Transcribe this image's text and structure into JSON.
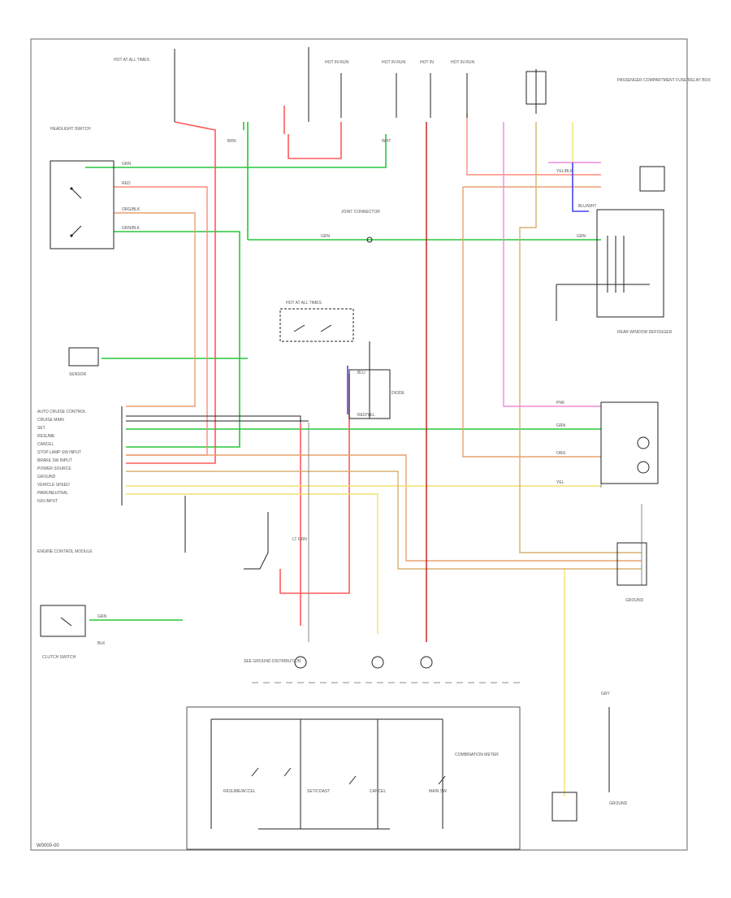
{
  "diagram": {
    "footer_code": "W0000-00",
    "colors": {
      "green": "#27c73a",
      "red": "#ff5a5a",
      "salmon": "#ff8a7a",
      "orange": "#e8a070",
      "brown": "#c89050",
      "tan": "#d8b070",
      "yellow": "#f2e070",
      "pink": "#f08ad8",
      "blue": "#4444ee",
      "darkred": "#c81818",
      "gray": "#888888",
      "black": "#111111"
    },
    "labels": {
      "top_connector": "HOT AT ALL TIMES",
      "fuse_1": "HOT IN RUN",
      "fuse_2": "HOT IN RUN",
      "fuse_3": "HOT IN",
      "fuse_4": "HOT IN RUN",
      "switch_center": "HOT AT ALL TIMES",
      "diode": "DIODE",
      "left_module": "HEADLIGHT SWITCH",
      "mid_connector": "JOINT CONNECTOR",
      "right_top": "PASSENGER COMPARTMENT FUSE/RELAY BOX",
      "relay_right": "REAR WINDOW DEFOGGER",
      "sensor_left": "SENSOR",
      "module_left": "ENGINE CONTROL MODULE",
      "ground_right": "GROUND",
      "bottom_box": "COMBINATION METER",
      "bottom_right": "GROUND",
      "switch_bottom_left": "CLUTCH SWITCH",
      "center_note": "SEE GROUND DISTRIBUTION"
    },
    "wire_codes": {
      "grn": "GRN",
      "red": "RED",
      "blk": "BLK",
      "yel": "YEL",
      "org": "ORG",
      "pnk": "PNK",
      "blu": "BLU",
      "brn": "BRN",
      "wht": "WHT",
      "gry": "GRY",
      "lt_grn": "LT GRN",
      "red_yel": "RED/YEL",
      "grn_blk": "GRN/BLK",
      "org_blk": "ORG/BLK",
      "blu_wht": "BLU/WHT",
      "yel_blk": "YEL/BLK"
    },
    "module_pins": [
      "AUTO CRUISE CONTROL",
      "CRUISE MAIN",
      "SET",
      "RESUME",
      "CANCEL",
      "STOP LAMP SW INPUT",
      "BRAKE SW INPUT",
      "POWER SOURCE",
      "GROUND",
      "VEHICLE SPEED",
      "PARK/NEUTRAL",
      "IGN INPUT"
    ],
    "bottom_switches": [
      "RESUME/ACCEL",
      "SET/COAST",
      "CANCEL",
      "MAIN SW"
    ]
  }
}
